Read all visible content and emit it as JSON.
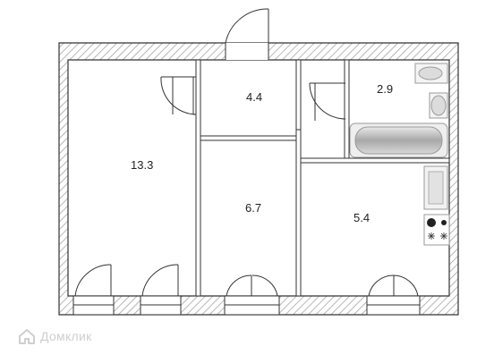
{
  "rooms": [
    {
      "id": "room-large",
      "area": "13.3"
    },
    {
      "id": "room-hall",
      "area": "4.4"
    },
    {
      "id": "room-middle",
      "area": "6.7"
    },
    {
      "id": "room-bath",
      "area": "2.9"
    },
    {
      "id": "room-kitchen",
      "area": "5.4"
    }
  ],
  "watermark": {
    "text": "Домклик"
  },
  "colors": {
    "wall_hatch": "#9a9a9a",
    "wall_outline": "#333333",
    "fixtures": "#b0b0b0"
  }
}
